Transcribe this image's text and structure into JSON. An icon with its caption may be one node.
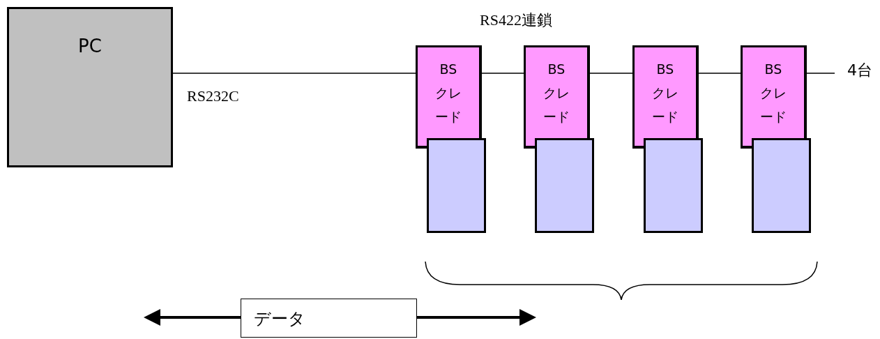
{
  "diagram": {
    "nodes": [
      {
        "text": [
          "PC"
        ]
      },
      {
        "text": [
          "BS",
          "クレード"
        ]
      },
      {
        "text": [],
        "shape": "box"
      },
      {
        "text": [
          "BS",
          "クレード"
        ]
      },
      {
        "text": [],
        "shape": "box"
      },
      {
        "text": [
          "BS",
          "クレード"
        ]
      },
      {
        "text": [],
        "shape": "box"
      },
      {
        "text": [
          "BS",
          "クレード"
        ]
      },
      {
        "text": [],
        "shape": "box"
      },
      {
        "text": [
          "データ"
        ]
      }
    ],
    "edges": [
      {
        "from": 0,
        "to": 1,
        "arrow": "none",
        "label": "RS232C"
      },
      {
        "from": 1,
        "to": 3,
        "arrow": "none"
      },
      {
        "from": 3,
        "to": 5,
        "arrow": "none"
      },
      {
        "from": 5,
        "to": 7,
        "arrow": "none"
      },
      {
        "from": 7,
        "to": null,
        "arrow": "none"
      },
      {
        "from": 9,
        "to": null,
        "arrow": "to",
        "style": "thick"
      },
      {
        "from": 9,
        "to": null,
        "arrow": "to",
        "style": "thick"
      }
    ],
    "labels": [
      "RS422連鎖",
      "4台"
    ]
  }
}
